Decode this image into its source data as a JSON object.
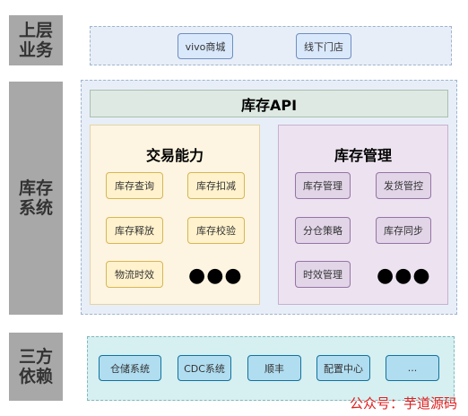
{
  "layers": {
    "business": {
      "label": "上层\n业务",
      "items": [
        "vivo商城",
        "线下门店"
      ]
    },
    "inventory": {
      "label": "库存\n系统",
      "api_title": "库存API",
      "trading": {
        "title": "交易能力",
        "items": [
          "库存查询",
          "库存扣减",
          "库存释放",
          "库存校验",
          "物流时效"
        ],
        "ellipsis": "●●●"
      },
      "management": {
        "title": "库存管理",
        "items": [
          "库存管理",
          "发货管控",
          "分仓策略",
          "库存同步",
          "时效管理"
        ],
        "ellipsis": "●●●"
      }
    },
    "third_party": {
      "label": "三方\n依赖",
      "items": [
        "仓储系统",
        "CDC系统",
        "顺丰",
        "配置中心",
        "..."
      ]
    }
  },
  "watermark": "公众号：芋道源码",
  "colors": {
    "side_bar": "#a8a8a8",
    "business_panel": "#e8eef7",
    "inventory_panel": "#e8eef7",
    "api_bar": "#dde9e2",
    "trading_panel": "#fdf5e1",
    "management_panel": "#ede3f0",
    "third_panel": "#d6eff0",
    "watermark": "#e02020"
  }
}
